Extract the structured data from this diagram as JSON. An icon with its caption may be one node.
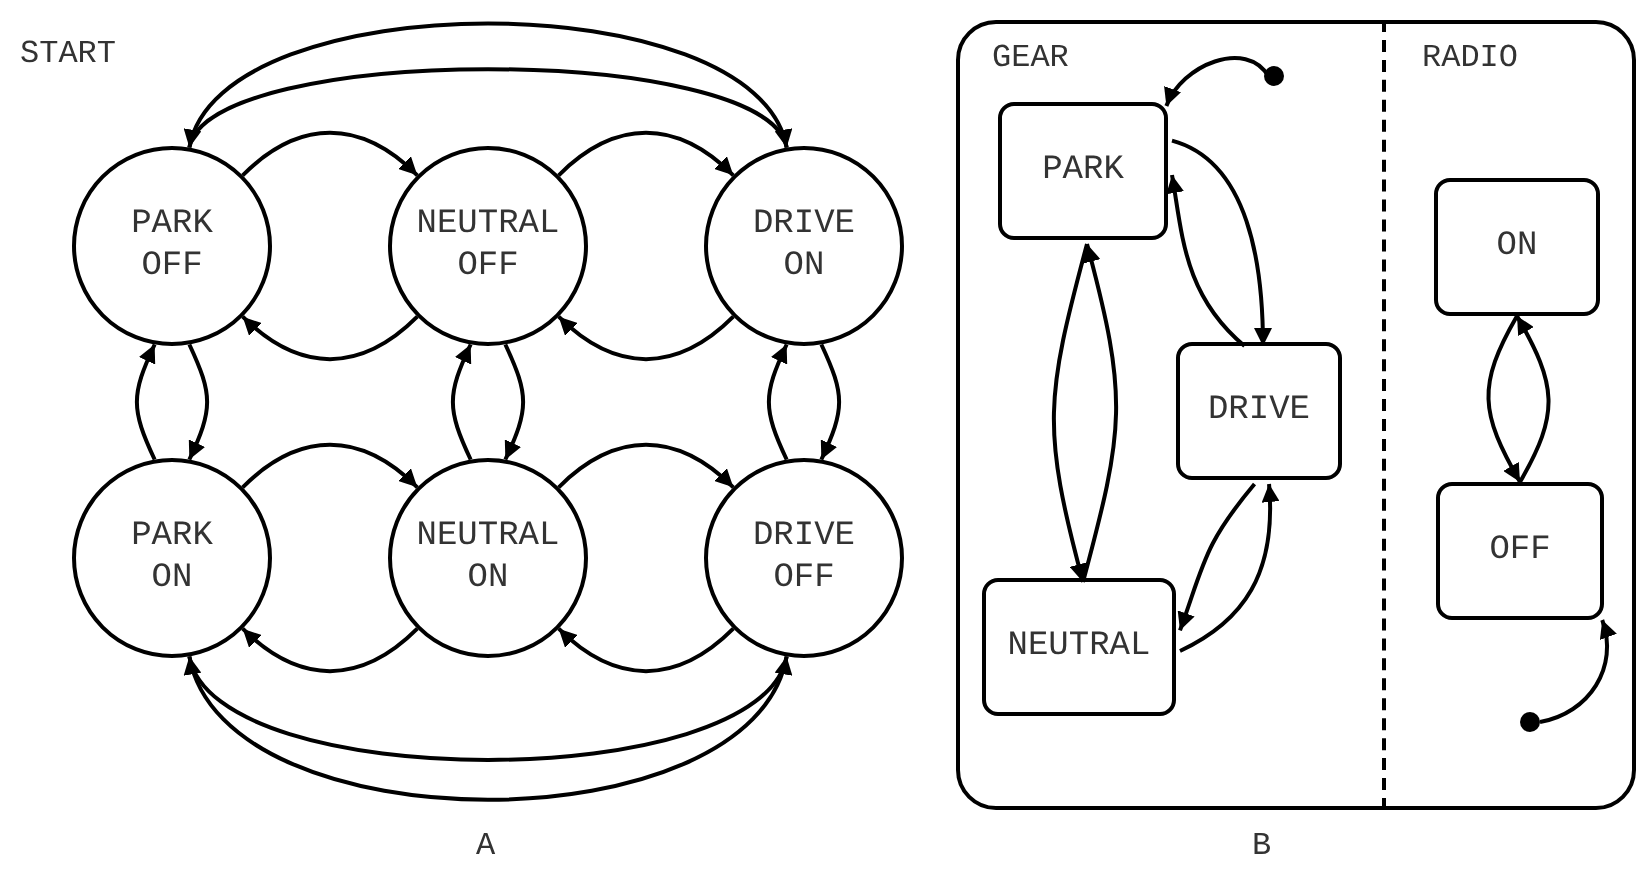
{
  "diagram": {
    "nodes": [
      {
        "text": [
          "PARK OFF"
        ],
        "beside": [
          "START"
        ]
      },
      {
        "text": [
          "NEUTRAL OFF"
        ]
      },
      {
        "text": [
          "DRIVE ON"
        ]
      },
      {
        "text": [
          "PARK ON"
        ]
      },
      {
        "text": [
          "NEUTRAL ON"
        ]
      },
      {
        "text": [
          "DRIVE OFF"
        ]
      },
      {
        "text": [],
        "shape": "box"
      },
      {
        "text": [
          "GEAR"
        ],
        "in": 6
      },
      {
        "text": [
          "RADIO"
        ],
        "in": 6
      },
      {
        "text": [
          "PARK"
        ],
        "in": 7
      },
      {
        "text": [],
        "shape": "circle",
        "in": 7
      },
      {
        "text": [
          "DRIVE"
        ],
        "in": 7
      },
      {
        "text": [
          "NEUTRAL"
        ],
        "in": 7
      },
      {
        "text": [
          "ON"
        ],
        "in": 8
      },
      {
        "text": [
          "OFF"
        ],
        "in": 8
      },
      {
        "text": [],
        "shape": "circle",
        "in": 8
      }
    ],
    "edges": [
      {
        "from": 0,
        "to": 1,
        "arrow": "to"
      },
      {
        "from": 1,
        "to": 0,
        "arrow": "to"
      },
      {
        "from": 1,
        "to": 2,
        "arrow": "to"
      },
      {
        "from": 2,
        "to": 1,
        "arrow": "to"
      },
      {
        "from": 2,
        "to": 0,
        "arrow": "to"
      },
      {
        "from": 0,
        "to": 2,
        "arrow": "to"
      },
      {
        "from": 0,
        "to": 3,
        "arrow": "to"
      },
      {
        "from": 3,
        "to": 0,
        "arrow": "to"
      },
      {
        "from": 1,
        "to": 4,
        "arrow": "to"
      },
      {
        "from": 4,
        "to": 1,
        "arrow": "to"
      },
      {
        "from": 2,
        "to": 5,
        "arrow": "to"
      },
      {
        "from": 5,
        "to": 2,
        "arrow": "to"
      },
      {
        "from": 3,
        "to": 4,
        "arrow": "to"
      },
      {
        "from": 4,
        "to": 3,
        "arrow": "to"
      },
      {
        "from": 4,
        "to": 5,
        "arrow": "to"
      },
      {
        "from": 5,
        "to": 4,
        "arrow": "to"
      },
      {
        "from": 3,
        "to": 5,
        "arrow": "to"
      },
      {
        "from": 5,
        "to": 3,
        "arrow": "to"
      },
      {
        "from": 10,
        "to": 9,
        "arrow": "to"
      },
      {
        "from": 9,
        "to": 11,
        "arrow": "to"
      },
      {
        "from": 11,
        "to": 9,
        "arrow": "to"
      },
      {
        "from": 9,
        "to": 12,
        "arrow": "to"
      },
      {
        "from": 12,
        "to": 9,
        "arrow": "to"
      },
      {
        "from": 11,
        "to": 12,
        "arrow": "to"
      },
      {
        "from": 12,
        "to": 11,
        "arrow": "to"
      },
      {
        "from": 13,
        "to": 14,
        "arrow": "to"
      },
      {
        "from": 14,
        "to": 13,
        "arrow": "to"
      },
      {
        "from": 15,
        "to": 14,
        "arrow": "to"
      }
    ],
    "labels": [
      "A",
      "B"
    ]
  }
}
